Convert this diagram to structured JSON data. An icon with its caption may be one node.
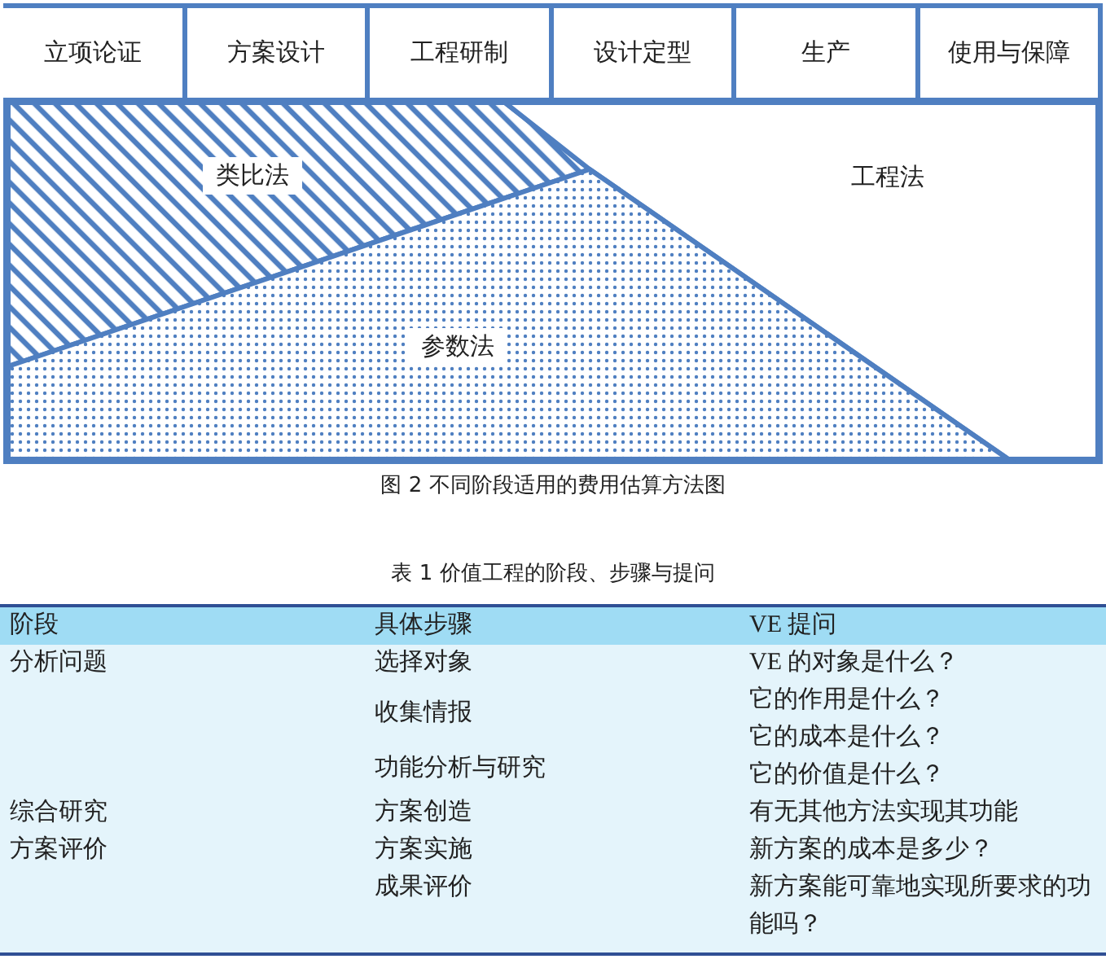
{
  "diagram": {
    "caption": "图 2  不同阶段适用的费用估算方法图",
    "nodes": [
      {
        "text": [
          "立项论证"
        ]
      },
      {
        "text": [
          "方案设计"
        ]
      },
      {
        "text": [
          "工程研制"
        ]
      },
      {
        "text": [
          "设计定型"
        ]
      },
      {
        "text": [
          "生产"
        ]
      },
      {
        "text": [
          "使用与保障"
        ]
      },
      {
        "text": [
          "类比法"
        ]
      },
      {
        "text": [
          "工程法"
        ]
      },
      {
        "text": [
          "参数法"
        ]
      }
    ],
    "labels": [
      "表 1  价值工程的阶段、步骤与提问",
      "阶段",
      "具体步骤",
      "VE 提问",
      "分析问题",
      "选择对象",
      "VE 的对象是什么？",
      "收集情报",
      "它的作用是什么？",
      "它的成本是什么？",
      "功能分析与研究",
      "它的价值是什么？",
      "综合研究",
      "方案创造",
      "有无其他方法实现其功能",
      "方案评价",
      "方案实施",
      "新方案的成本是多少？",
      "成果评价",
      "新方案能可靠地实现所要求的功能吗？"
    ]
  }
}
